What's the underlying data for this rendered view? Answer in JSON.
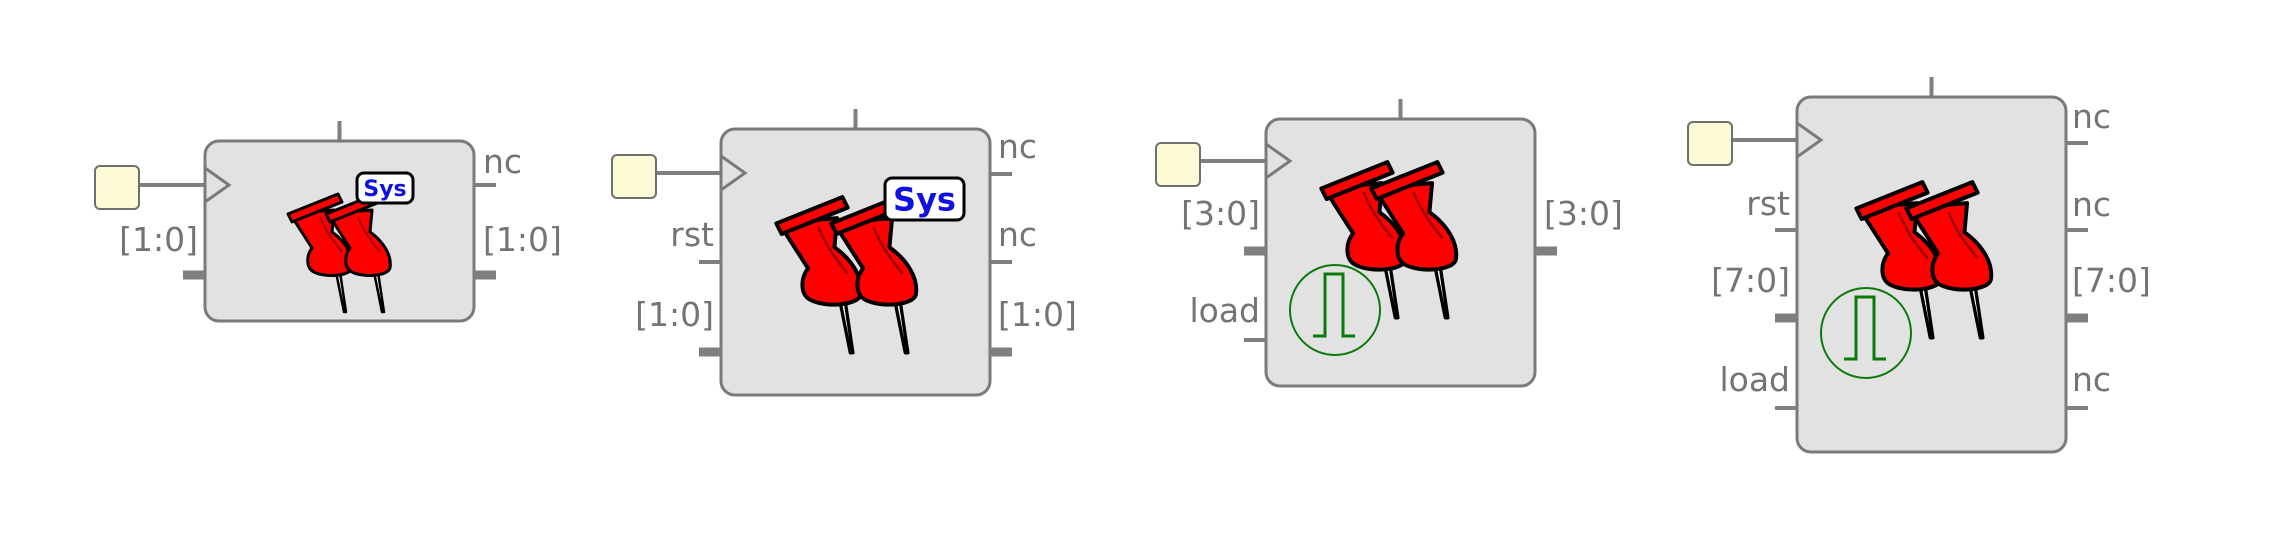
{
  "colors": {
    "block_fill": "#e2e2e2",
    "block_stroke": "#7a7a7a",
    "wire": "#7f7f7f",
    "clock_square_fill": "#fcfbd6",
    "label_text": "#747474",
    "pushpin_red": "#ff0000",
    "sys_badge_text": "#1010e0",
    "pulse_green": "#0a7a0a"
  },
  "blocks": [
    {
      "id": "block-1",
      "icons": [
        "clock-input-square",
        "clock-triangle-icon",
        "pushpin-pair-icon",
        "sys-badge"
      ],
      "sys_badge": "Sys",
      "left_pins": [
        {
          "label": "[1:0]",
          "bus": true
        }
      ],
      "right_pins": [
        {
          "label": "nc",
          "bus": false
        },
        {
          "label": "[1:0]",
          "bus": true
        }
      ]
    },
    {
      "id": "block-2",
      "icons": [
        "clock-input-square",
        "clock-triangle-icon",
        "pushpin-pair-icon",
        "sys-badge"
      ],
      "sys_badge": "Sys",
      "left_pins": [
        {
          "label": "rst",
          "bus": false
        },
        {
          "label": "[1:0]",
          "bus": true
        }
      ],
      "right_pins": [
        {
          "label": "nc",
          "bus": false
        },
        {
          "label": "nc",
          "bus": false
        },
        {
          "label": "[1:0]",
          "bus": true
        }
      ]
    },
    {
      "id": "block-3",
      "icons": [
        "clock-input-square",
        "clock-triangle-icon",
        "pushpin-pair-icon",
        "pulse-icon"
      ],
      "left_pins": [
        {
          "label": "[3:0]",
          "bus": true
        },
        {
          "label": "load",
          "bus": false
        }
      ],
      "right_pins": [
        {
          "label": "[3:0]",
          "bus": true
        }
      ]
    },
    {
      "id": "block-4",
      "icons": [
        "clock-input-square",
        "clock-triangle-icon",
        "pushpin-pair-icon",
        "pulse-icon"
      ],
      "left_pins": [
        {
          "label": "rst",
          "bus": false
        },
        {
          "label": "[7:0]",
          "bus": true
        },
        {
          "label": "load",
          "bus": false
        }
      ],
      "right_pins": [
        {
          "label": "nc",
          "bus": false
        },
        {
          "label": "nc",
          "bus": false
        },
        {
          "label": "[7:0]",
          "bus": true
        },
        {
          "label": "nc",
          "bus": false
        }
      ]
    }
  ]
}
